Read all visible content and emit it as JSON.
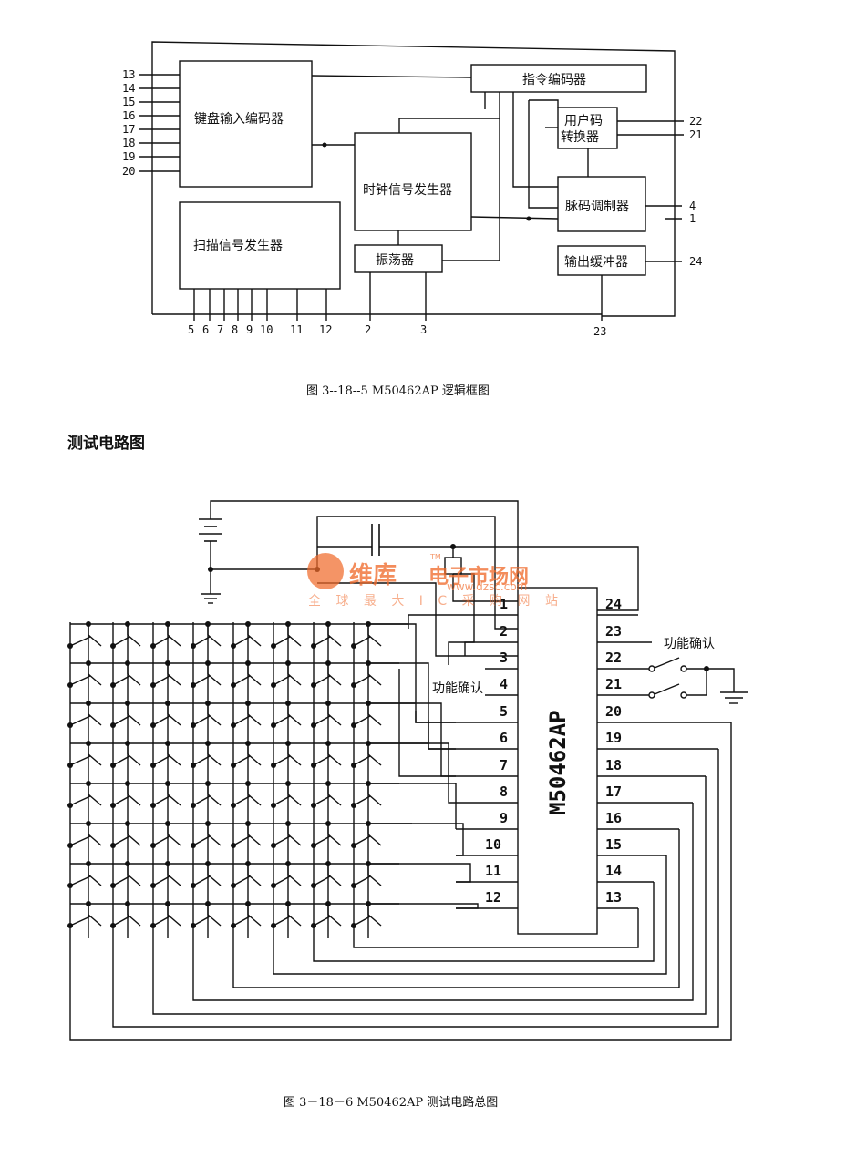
{
  "diagram1": {
    "blocks": {
      "keyboard_encoder": "键盘输入编码器",
      "instruction_encoder": "指令编码器",
      "user_code_converter_l1": "用户码",
      "user_code_converter_l2": "转换器",
      "clock_generator": "时钟信号发生器",
      "pulse_modulator": "脉码调制器",
      "scan_generator": "扫描信号发生器",
      "oscillator": "振荡器",
      "output_buffer": "输出缓冲器"
    },
    "left_pins": [
      "13",
      "14",
      "15",
      "16",
      "17",
      "18",
      "19",
      "20"
    ],
    "bottom_pins": [
      "5",
      "6",
      "7",
      "8",
      "9",
      "10",
      "11",
      "12",
      "2",
      "3",
      "23"
    ],
    "right_pins": [
      "22",
      "21",
      "4",
      "1",
      "24"
    ],
    "caption": "图 3--18--5   M50462AP 逻辑框图"
  },
  "section_title": "测试电路图",
  "diagram2": {
    "chip_label": "M50462AP",
    "left_pins": [
      "1",
      "2",
      "3",
      "4",
      "5",
      "6",
      "7",
      "8",
      "9",
      "10",
      "11",
      "12"
    ],
    "right_pins": [
      "24",
      "23",
      "22",
      "21",
      "20",
      "19",
      "18",
      "17",
      "16",
      "15",
      "14",
      "13"
    ],
    "function_confirm_left": "功能确认",
    "function_confirm_right": "功能确认",
    "caption": "图 3－18－6   M50462AP 测试电路总图"
  },
  "watermark": {
    "brand": "维库",
    "brand2": "电子市场网",
    "url": "www.dzsc.com",
    "slogan": "全 球 最 大 I C 采 购 网 站",
    "tm": "TM"
  },
  "colors": {
    "ink": "#111111",
    "watermark": "#f06a2a"
  }
}
